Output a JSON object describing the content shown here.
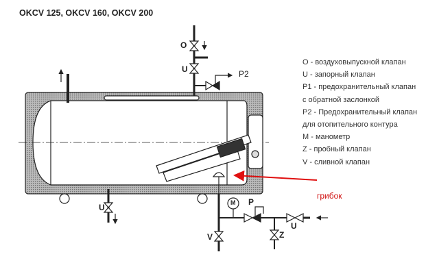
{
  "title": "OKCV 125, OKCV 160,  OKCV 200",
  "legend": [
    "O - воздуховыпускной клапан",
    "U - запорный клапан",
    "P1 - предохранительный клапан",
    "с обратной заслонкой",
    "P2 - Предохранительный клапан",
    "для отопительного контура",
    "M - манометр",
    "Z - пробный клапан",
    "V - сливной клапан"
  ],
  "labels": {
    "O": "O",
    "U_top": "U",
    "P2": "P2",
    "U_bottom": "U",
    "M": "M",
    "P": "P",
    "U_inlet": "U",
    "Z": "Z",
    "V": "V"
  },
  "annotation": "грибок",
  "colors": {
    "annotation": "#d01010",
    "line": "#222222"
  }
}
